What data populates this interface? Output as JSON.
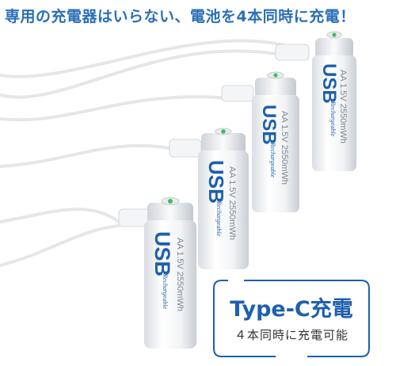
{
  "headline": "専用の充電器はいらない、電池を4本同時に充電！",
  "battery": {
    "brand": "USB",
    "subtitle": "Rechargeable",
    "spec": "AA 1.5V 2550mWh"
  },
  "info_box": {
    "title": "Type-C充電",
    "subtitle": "４本同時に充電可能"
  },
  "colors": {
    "headline": "#2a6fb8",
    "brand_blue": "#1d5fb0",
    "box_border": "#1e5fae",
    "led_green": "#3fbf5a"
  }
}
